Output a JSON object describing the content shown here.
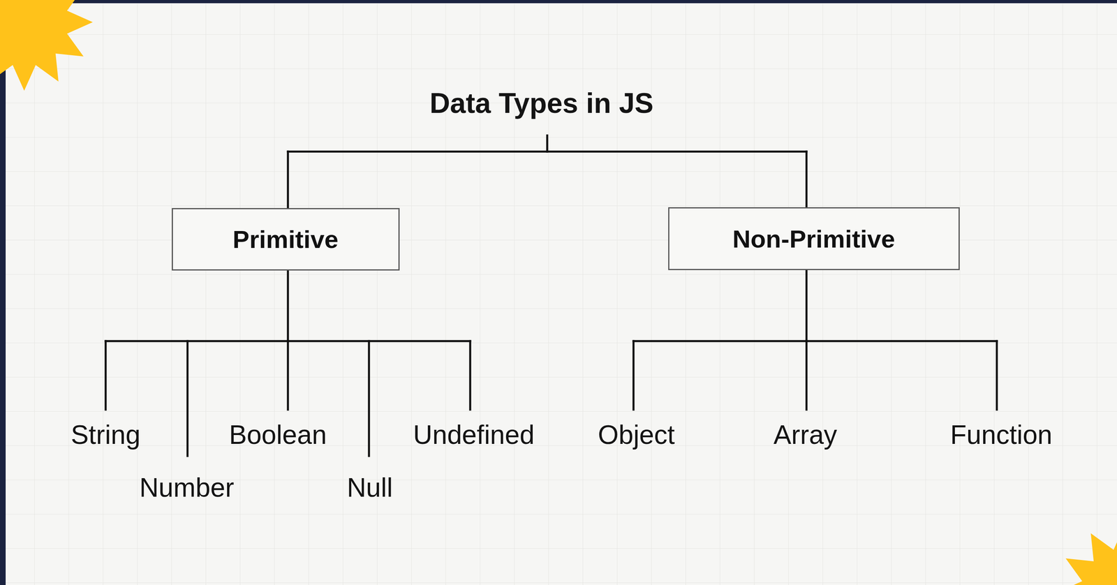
{
  "diagram": {
    "title": "Data Types in JS",
    "nodes": [
      {
        "text": [
          "Primitive"
        ]
      },
      {
        "text": [
          "Non-Primitive"
        ]
      }
    ],
    "labels": [
      "String",
      "Number",
      "Boolean",
      "Null",
      "Undefined",
      "Object",
      "Array",
      "Function"
    ]
  }
}
